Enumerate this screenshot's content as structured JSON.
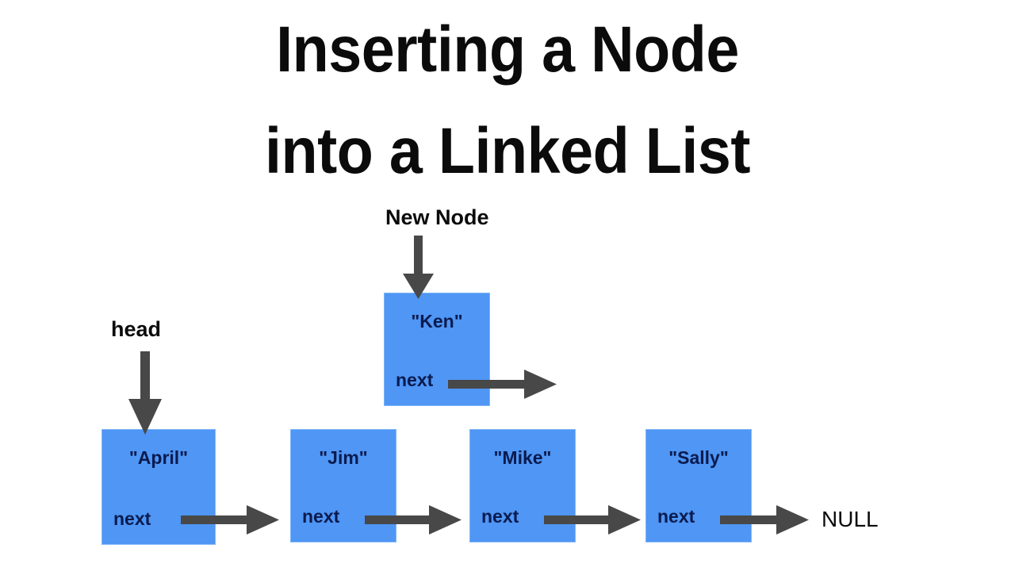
{
  "title": {
    "line1": "Inserting a Node",
    "line2": "into a Linked List"
  },
  "labels": {
    "new_node": "New Node",
    "head": "head",
    "null": "NULL"
  },
  "colors": {
    "node_fill": "#4f96f5",
    "node_border": "#7fb6fb",
    "node_text": "#0a1b4e",
    "arrow": "#484848",
    "label_text": "#0b0b0b",
    "background": "#ffffff"
  },
  "new_node": {
    "value": "\"Ken\"",
    "next_label": "next"
  },
  "list_nodes": [
    {
      "value": "\"April\"",
      "next_label": "next"
    },
    {
      "value": "\"Jim\"",
      "next_label": "next"
    },
    {
      "value": "\"Mike\"",
      "next_label": "next"
    },
    {
      "value": "\"Sally\"",
      "next_label": "next"
    }
  ],
  "diagram": {
    "description": "A singly linked list with head pointing to \"April\", which links to \"Jim\", then \"Mike\", then \"Sally\", whose next points to NULL. A new node \"Ken\" sits above the list with its next pointer dangling to the right, ready to be inserted."
  }
}
